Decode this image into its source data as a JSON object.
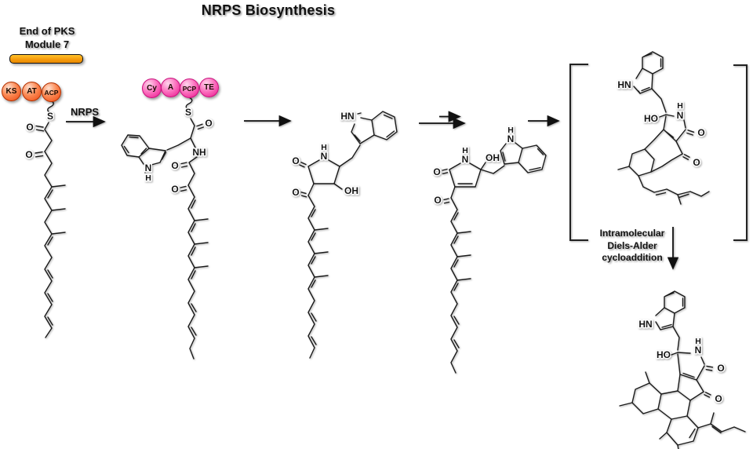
{
  "title": "NRPS Biosynthesis",
  "pks_module_label": {
    "line1": "End of PKS",
    "line2": "Module 7"
  },
  "nrps_arrow_label": "NRPS",
  "pks_domains": [
    "KS",
    "AT",
    "ACP"
  ],
  "nrps_domains": [
    "Cy",
    "A",
    "PCP",
    "TE"
  ],
  "diels_alder_label": {
    "line1": "Intramolecular",
    "line2": "Diels-Alder",
    "line3": "cycloaddition"
  },
  "atoms": {
    "S": "S",
    "O": "O",
    "OH": "OH",
    "HO": "HO",
    "NH": "NH",
    "HN": "HN",
    "N": "N",
    "H": "H"
  },
  "colors": {
    "module_bar": "#f7a11a",
    "pks_domain_fill": "#f76b3c",
    "pks_domain_border": "#b33000",
    "nrps_domain_fill": "#f649a8",
    "nrps_domain_border": "#cc0e7e",
    "bond": "#1a1a1a"
  }
}
